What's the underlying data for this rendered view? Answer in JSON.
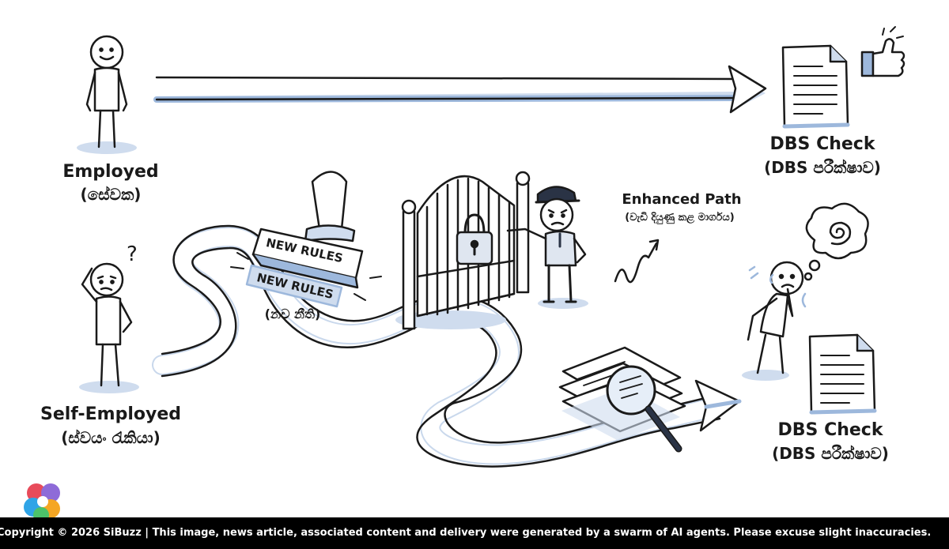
{
  "labels": {
    "employed": "Employed",
    "employed_si": "(සේවක)",
    "self_employed": "Self-Employed",
    "self_employed_si": "(ස්වයං රැකියා)",
    "dbs_top": "DBS Check",
    "dbs_top_si": "(DBS පරීක්ෂාව)",
    "dbs_bottom": "DBS Check",
    "dbs_bottom_si": "(DBS පරීක්ෂාව)",
    "enhanced": "Enhanced Path",
    "enhanced_si": "(වැඩි දියුණු කළ මාර්ගය)",
    "stamp_text": "NEW RULES",
    "stamp_print": "NEW RULES",
    "new_rules_si": "(නව නීති)",
    "question_mark": "?"
  },
  "footer": {
    "text": "Copyright © 2026 SiBuzz | This image, news article, associated content and delivery were generated by a swarm of AI agents. Please excuse slight inaccuracies."
  },
  "colors": {
    "ink": "#1a1a1a",
    "accent_blue": "#9db8dc",
    "light_blue": "#cfdcee",
    "footer_bg": "#000000"
  },
  "icons": [
    "document-icon",
    "thumbs-up-icon",
    "padlock-icon",
    "magnifying-glass-icon",
    "spiral-thought-icon",
    "stamp-icon",
    "gate-icon",
    "squiggle-arrow-icon"
  ]
}
